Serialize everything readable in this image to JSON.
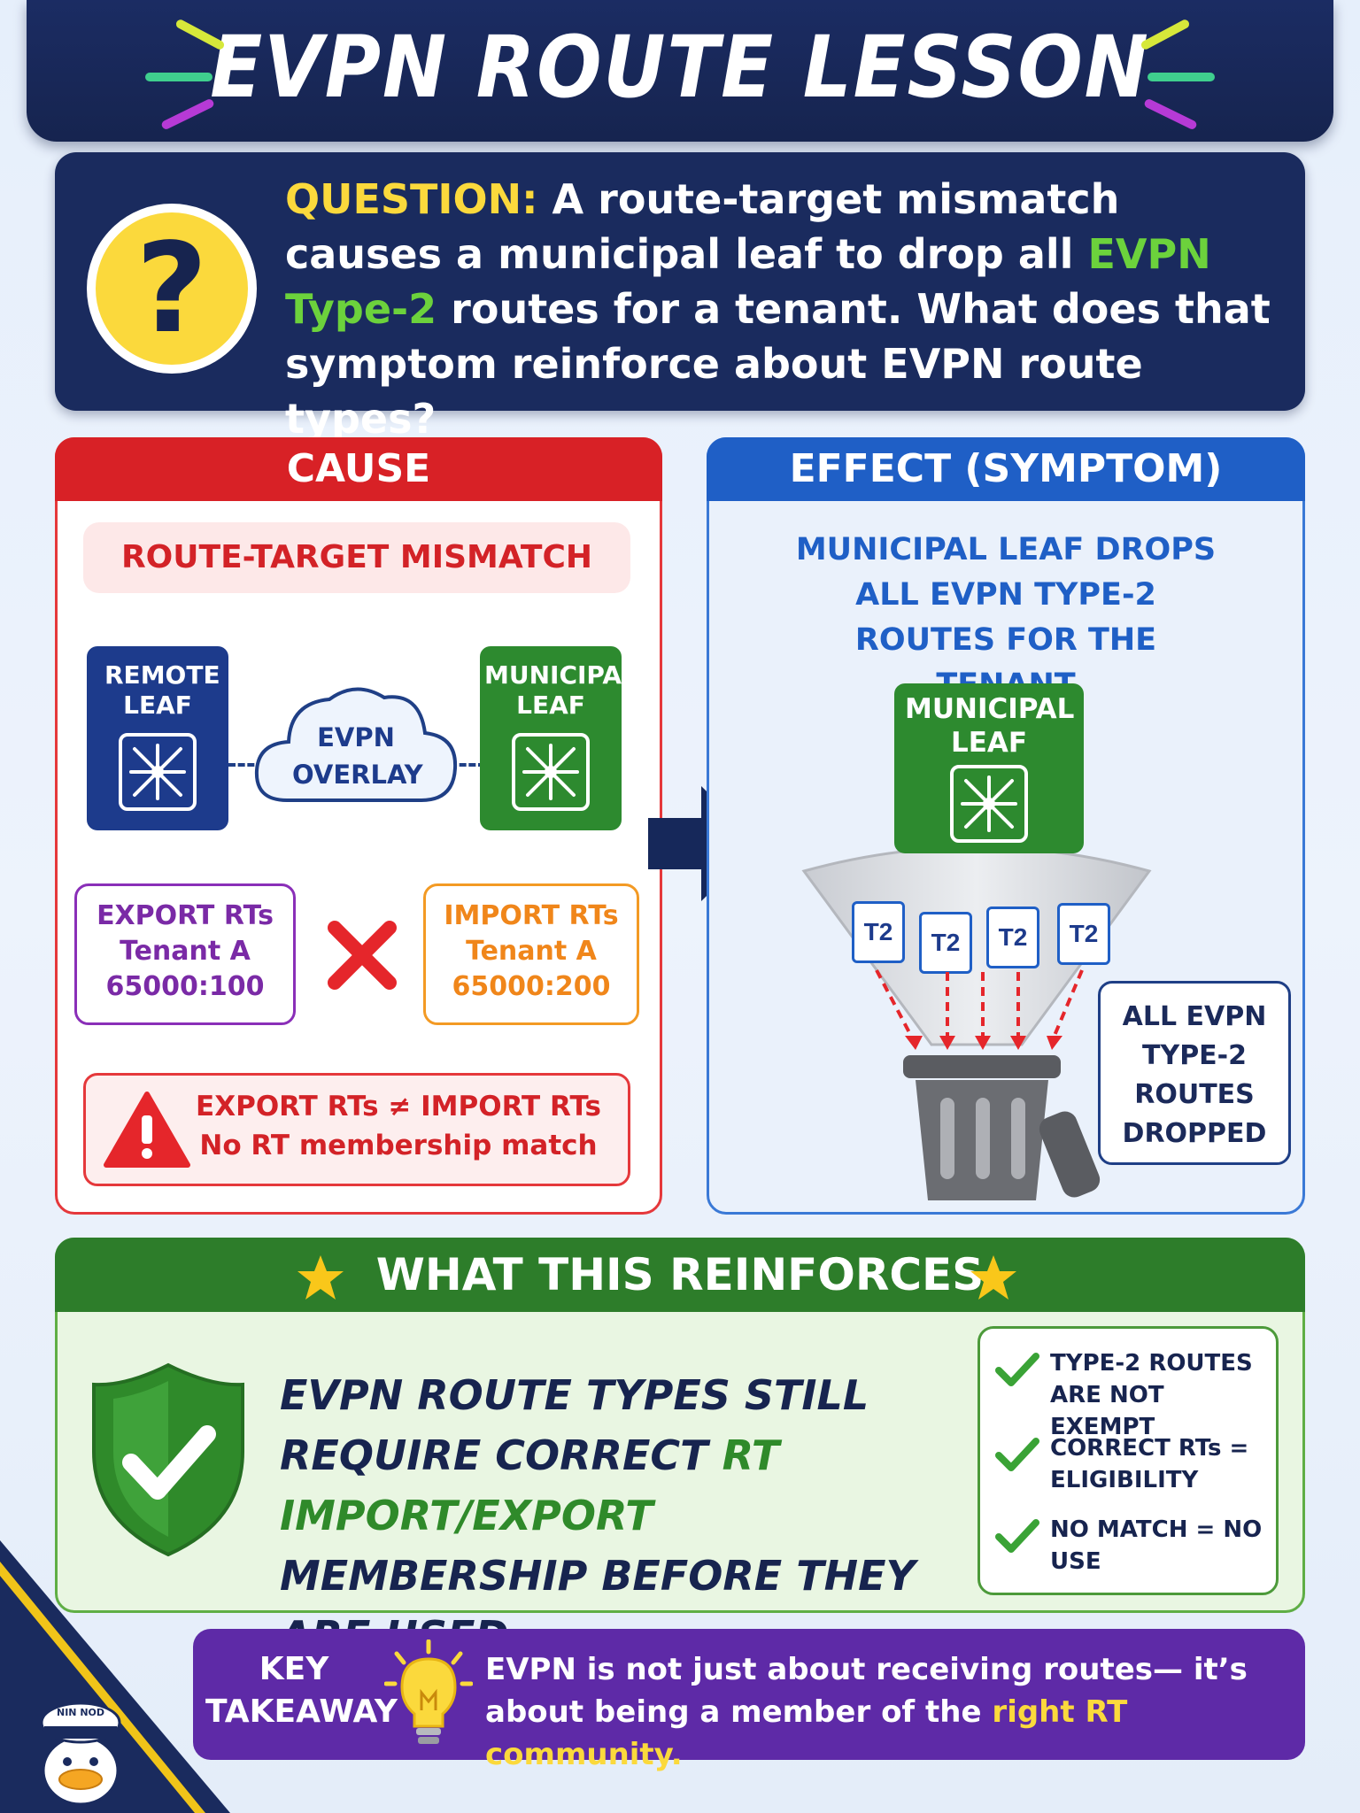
{
  "title": "EVPN ROUTE LESSON",
  "question": {
    "label": "QUESTION:",
    "text_part1": "A route-target mismatch causes a municipal leaf to drop all",
    "highlight": "EVPN Type-2",
    "text_part2": "routes for a tenant. What does that symptom reinforce about EVPN route types?"
  },
  "cause": {
    "header": "CAUSE",
    "subtitle": "ROUTE-TARGET MISMATCH",
    "remote_leaf": "REMOTE LEAF",
    "overlay": "EVPN OVERLAY",
    "municipal_leaf": "MUNICIPAL LEAF",
    "export_card": {
      "title": "EXPORT RTs",
      "tenant": "Tenant A",
      "value": "65000:100"
    },
    "import_card": {
      "title": "IMPORT RTs",
      "tenant": "Tenant A",
      "value": "65000:200"
    },
    "warning_line1": "EXPORT RTs ≠ IMPORT RTs",
    "warning_line2": "No RT membership match"
  },
  "effect": {
    "header": "EFFECT (SYMPTOM)",
    "title": "MUNICIPAL LEAF DROPS ALL EVPN TYPE-2 ROUTES FOR THE TENANT",
    "leaf_label": "MUNICIPAL LEAF",
    "routes": [
      "T2",
      "T2",
      "T2",
      "T2"
    ],
    "dropped": "ALL EVPN TYPE-2 ROUTES DROPPED"
  },
  "reinforces": {
    "header": "WHAT THIS REINFORCES",
    "main_part1": "EVPN ROUTE TYPES STILL REQUIRE CORRECT",
    "main_highlight": "RT IMPORT/EXPORT",
    "main_part2": "MEMBERSHIP BEFORE THEY ARE USED.",
    "checks": [
      "TYPE-2 ROUTES ARE NOT EXEMPT",
      "CORRECT RTs = ELIGIBILITY",
      "NO MATCH = NO USE"
    ]
  },
  "takeaway": {
    "label": "KEY TAKEAWAY",
    "text_part1": "EVPN is not just about receiving routes— it’s about being a member of the",
    "highlight": "right RT community."
  },
  "mascot_hat_text": "NIN NOD",
  "colors": {
    "navy": "#1a2b5e",
    "red": "#d82126",
    "blue": "#1f5fc6",
    "green": "#2d7d2a",
    "purple": "#5e2aa7",
    "yellow": "#fbd93c"
  }
}
